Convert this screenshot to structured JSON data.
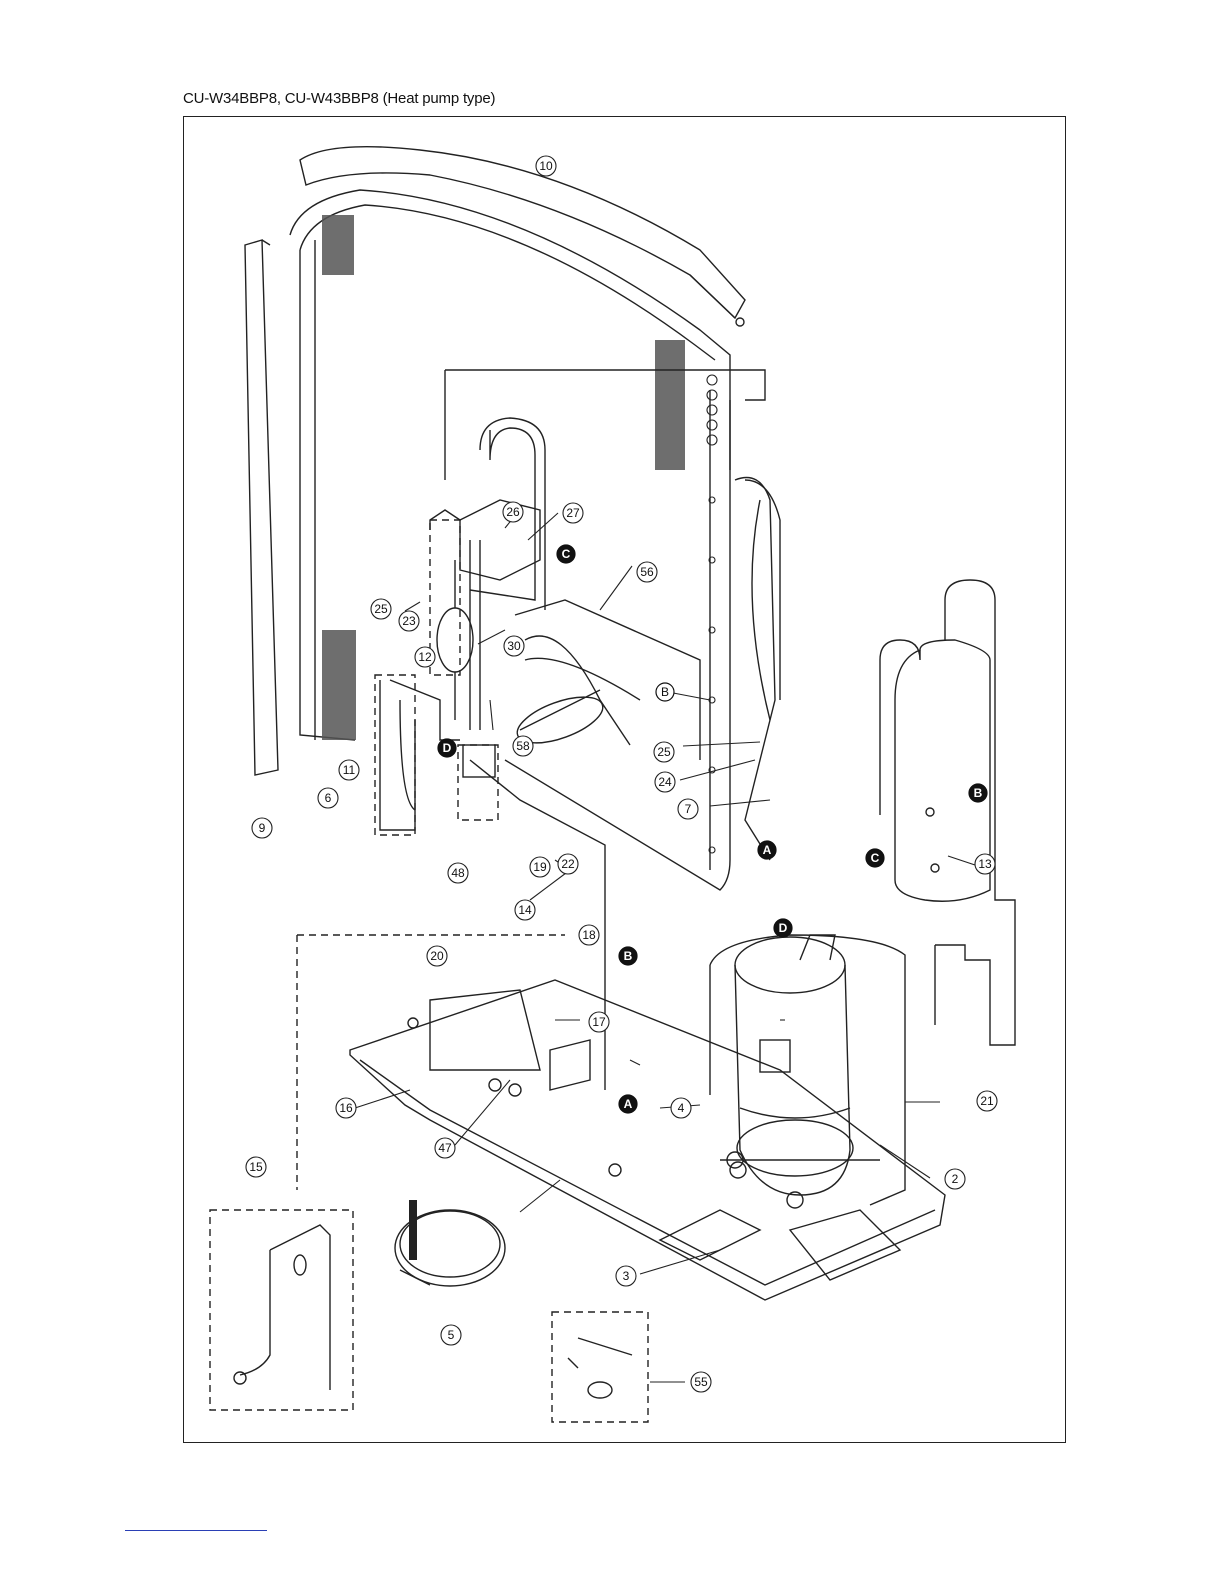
{
  "caption": "CU-W34BBP8, CU-W43BBP8 (Heat pump type)",
  "callouts": [
    {
      "text": "10"
    },
    {
      "text": "26"
    },
    {
      "text": "27"
    },
    {
      "text": "56"
    },
    {
      "text": "25"
    },
    {
      "text": "23"
    },
    {
      "text": "30"
    },
    {
      "text": "12"
    },
    {
      "text": "58"
    },
    {
      "text": "11"
    },
    {
      "text": "6"
    },
    {
      "text": "9"
    },
    {
      "text": "25"
    },
    {
      "text": "24"
    },
    {
      "text": "7"
    },
    {
      "text": "48"
    },
    {
      "text": "19"
    },
    {
      "text": "22"
    },
    {
      "text": "14"
    },
    {
      "text": "18"
    },
    {
      "text": "13"
    },
    {
      "text": "20"
    },
    {
      "text": "17"
    },
    {
      "text": "16"
    },
    {
      "text": "4"
    },
    {
      "text": "21"
    },
    {
      "text": "47"
    },
    {
      "text": "2"
    },
    {
      "text": "15"
    },
    {
      "text": "3"
    },
    {
      "text": "5"
    },
    {
      "text": "55"
    }
  ],
  "connectors": [
    {
      "letter": "C",
      "style": "filled"
    },
    {
      "letter": "B",
      "style": "outline"
    },
    {
      "letter": "D",
      "style": "filled"
    },
    {
      "letter": "A",
      "style": "filled"
    },
    {
      "letter": "B",
      "style": "filled"
    },
    {
      "letter": "C",
      "style": "filled"
    },
    {
      "letter": "D",
      "style": "filled"
    },
    {
      "letter": "B",
      "style": "filled"
    },
    {
      "letter": "A",
      "style": "filled"
    }
  ]
}
